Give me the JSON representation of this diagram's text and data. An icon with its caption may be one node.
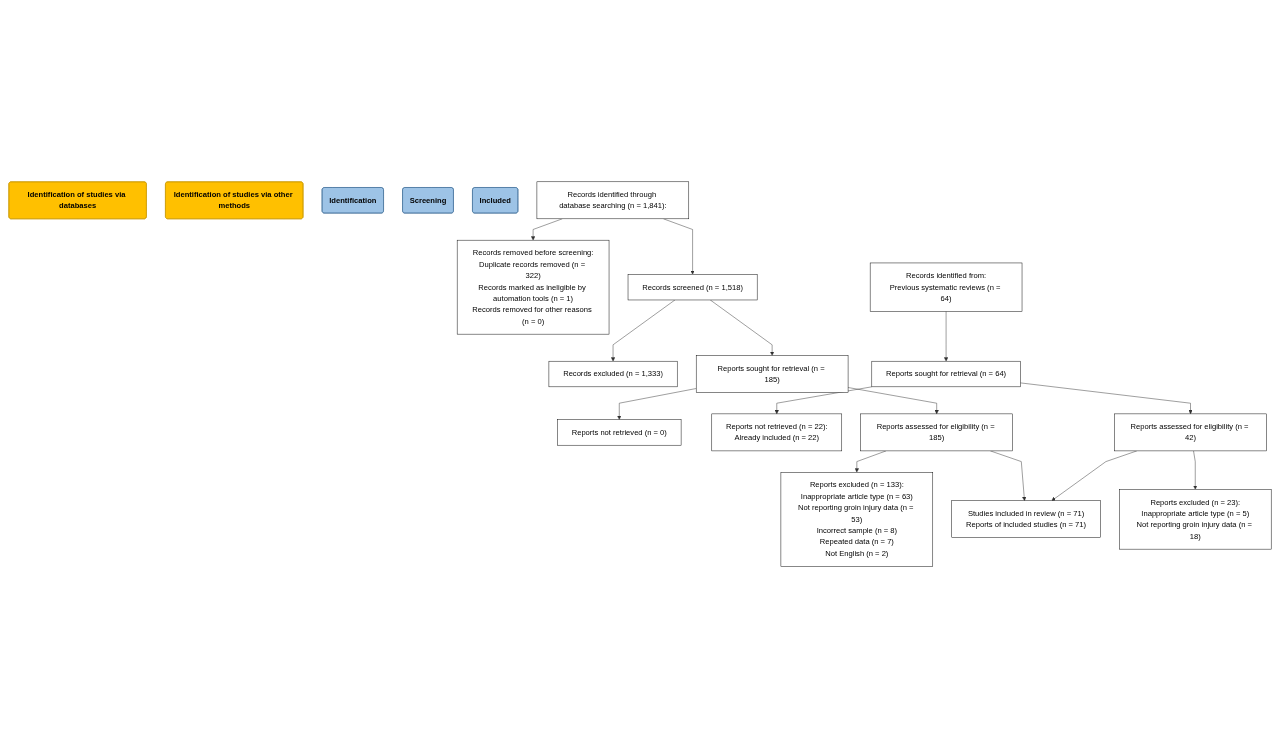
{
  "diagram": {
    "nodes": [
      {
        "text": [
          "Identification of studies via databases"
        ]
      },
      {
        "text": [
          "Identification of studies via other methods"
        ]
      },
      {
        "text": [
          "Identification"
        ]
      },
      {
        "text": [
          "Screening"
        ]
      },
      {
        "text": [
          "Included"
        ]
      },
      {
        "text": [
          "Records identified through database searching (n = 1,841):"
        ]
      },
      {
        "text": [
          "Records removed before screening:",
          "Duplicate records removed (n = 322)",
          "Records marked as ineligible by automation tools (n = 1)",
          "Records removed for other reasons (n = 0)"
        ]
      },
      {
        "text": [
          "Records identified from:",
          "Previous systematic reviews (n = 64)"
        ]
      },
      {
        "text": [
          "Records screened (n = 1,518)"
        ]
      },
      {
        "text": [
          "Records excluded (n = 1,333)"
        ]
      },
      {
        "text": [
          "Reports sought for retrieval (n = 185)"
        ]
      },
      {
        "text": [
          "Reports not retrieved (n = 0)"
        ]
      },
      {
        "text": [
          "Reports sought for retrieval (n = 64)"
        ]
      },
      {
        "text": [
          "Reports not retrieved (n = 22):",
          "Already included (n = 22)"
        ]
      },
      {
        "text": [
          "Reports assessed for eligibility (n = 185)"
        ]
      },
      {
        "text": [
          "Reports excluded (n = 133):",
          "Inappropriate article type (n = 63)",
          "Not reporting groin injury data (n = 53)",
          "Incorrect sample (n = 8)",
          "Repeated data (n = 7)",
          "Not English (n = 2)"
        ]
      },
      {
        "text": [
          "Reports assessed for eligibility (n = 42)"
        ]
      },
      {
        "text": [
          "Reports excluded (n = 23):",
          "Inappropriate article type (n = 5)",
          "Not reporting groin injury data (n = 18)"
        ]
      },
      {
        "text": [
          "Studies included in review (n = 71)",
          "Reports of included studies (n = 71)"
        ]
      }
    ],
    "edges": [
      {
        "from": 5,
        "to": 6,
        "arrow": "to"
      },
      {
        "from": 5,
        "to": 8,
        "arrow": "to"
      },
      {
        "from": 8,
        "to": 9,
        "arrow": "to"
      },
      {
        "from": 8,
        "to": 10,
        "arrow": "to"
      },
      {
        "from": 10,
        "to": 11,
        "arrow": "to"
      },
      {
        "from": 10,
        "to": 14,
        "arrow": "to"
      },
      {
        "from": 14,
        "to": 15,
        "arrow": "to"
      },
      {
        "from": 14,
        "to": 18,
        "arrow": "to"
      },
      {
        "from": 7,
        "to": 12,
        "arrow": "to"
      },
      {
        "from": 12,
        "to": 13,
        "arrow": "to"
      },
      {
        "from": 12,
        "to": 16,
        "arrow": "to"
      },
      {
        "from": 16,
        "to": 17,
        "arrow": "to"
      },
      {
        "from": 16,
        "to": 18,
        "arrow": "to"
      }
    ]
  }
}
